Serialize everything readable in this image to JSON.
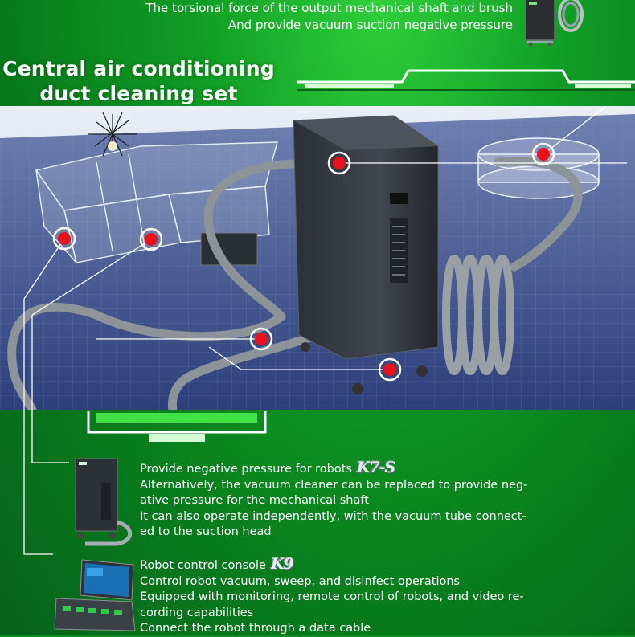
{
  "header": {
    "line1": "The torsional force of the output mechanical shaft and brush",
    "line2": "And provide vacuum suction negative pressure"
  },
  "title": {
    "line1": "Central air conditioning",
    "line2": "duct cleaning set"
  },
  "items": [
    {
      "lines": [
        "Provide negative pressure for robots",
        "Alternatively, the vacuum cleaner can be replaced to provide neg-",
        "ative pressure for the mechanical shaft",
        "It can also operate independently, with the vacuum tube connect-",
        "ed to the suction head"
      ],
      "badge": "K7-S"
    },
    {
      "lines": [
        "Robot control console",
        "Control robot vacuum, sweep, and disinfect operations",
        "Equipped with monitoring, remote control of robots, and video re-",
        "cording capabilities",
        "Connect the robot through a data cable"
      ],
      "badge": "K9"
    }
  ],
  "colors": {
    "green_bg": "#0f9c25",
    "hotspot": "#e8121c",
    "floor": "#3a4f8a",
    "text": "#ffffff"
  }
}
